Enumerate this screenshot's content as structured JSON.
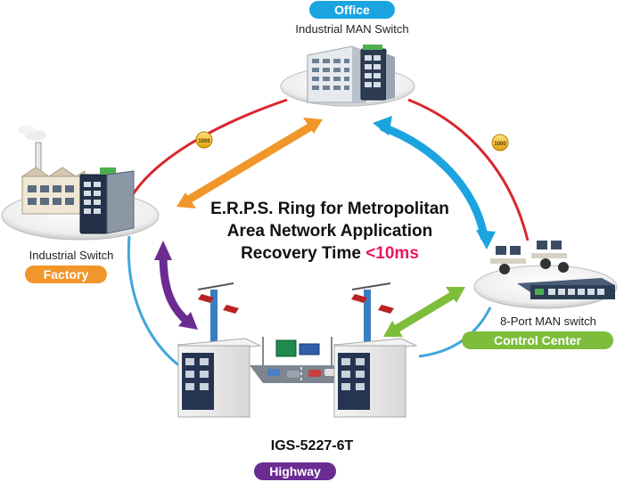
{
  "title": {
    "line1": "E.R.P.S. Ring for Metropolitan",
    "line2": "Area Network Application",
    "line3_prefix": "Recovery Time ",
    "line3_accent": "<10ms"
  },
  "nodes": {
    "office": {
      "badge": "Office",
      "caption": "Industrial MAN Switch"
    },
    "factory": {
      "badge": "Factory",
      "caption": "Industrial Switch"
    },
    "control": {
      "badge": "Control Center",
      "caption": "8-Port MAN switch"
    },
    "highway": {
      "badge": "Highway",
      "model": "IGS-5227-6T"
    }
  },
  "links": {
    "left_speed": "1000",
    "right_speed": "1000"
  },
  "colors": {
    "office_badge": "#1ba4e0",
    "factory_badge": "#f0962a",
    "control_badge": "#7dbd3b",
    "highway_badge": "#6b2c91",
    "ring_red": "#d9272e",
    "ring_blue": "#3fa6dd",
    "accent_text": "#e8185f"
  }
}
